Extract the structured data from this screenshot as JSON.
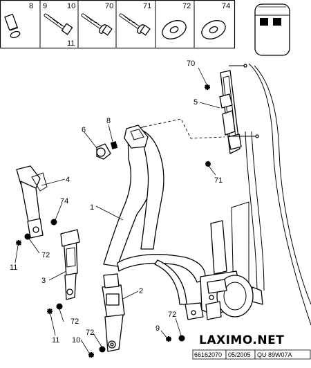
{
  "header_parts": [
    {
      "ref": "8",
      "icon": "plug-icon"
    },
    {
      "ref": "9",
      "icon": "bolt-icon"
    },
    {
      "ref": "10",
      "icon": "bolt-icon"
    },
    {
      "ref": "11",
      "icon": "bolt-icon"
    },
    {
      "ref": "70",
      "icon": "flange-bolt-icon"
    },
    {
      "ref": "71",
      "icon": "flange-bolt-icon"
    },
    {
      "ref": "72",
      "icon": "washer-icon"
    },
    {
      "ref": "74",
      "icon": "washer-icon"
    }
  ],
  "callouts": {
    "c1": "1",
    "c2": "2",
    "c3": "3",
    "c4": "4",
    "c5": "5",
    "c6": "6",
    "c8": "8",
    "c9": "9",
    "c10": "10",
    "c11a": "11",
    "c11b": "11",
    "c70": "70",
    "c71": "71",
    "c72a": "72",
    "c72b": "72",
    "c72c": "72",
    "c72d": "72",
    "c74": "74"
  },
  "watermark": "LAXIMO.NET",
  "footer": {
    "part_number": "66162070",
    "date": "05/2005",
    "code": "QU 89W07A"
  },
  "colors": {
    "line": "#000000",
    "background": "#ffffff"
  }
}
